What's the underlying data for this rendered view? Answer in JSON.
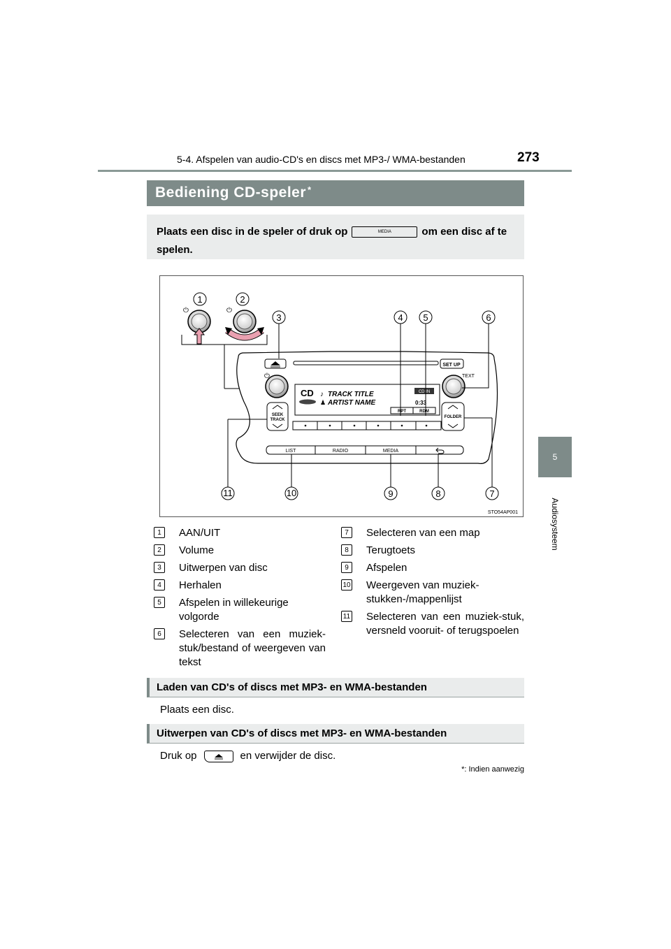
{
  "header": {
    "section_title": "5-4. Afspelen van audio-CD's en discs met MP3-/ WMA-bestanden",
    "page_number": "273"
  },
  "side_tab": {
    "chapter": "5",
    "label": "Audiosysteem"
  },
  "title": {
    "text": "Bediening CD-speler",
    "star": "*"
  },
  "intro": {
    "before": "Plaats een disc in de speler of druk op",
    "button_label": "MEDIA",
    "after": "om een disc af te spelen."
  },
  "figure": {
    "code": "STO54AP001",
    "display": {
      "cd": "CD",
      "track_title": "TRACK TITLE",
      "artist_name": "ARTIST NAME",
      "cd_in": "CD IN",
      "time": "0:33",
      "rpt": "RPT",
      "rdm": "RDM"
    },
    "buttons": {
      "setup": "SET UP",
      "text": "TEXT",
      "seek": "SEEK",
      "track": "TRACK",
      "folder": "FOLDER",
      "list": "LIST",
      "radio": "RADIO",
      "media": "MEDIA"
    },
    "callouts": [
      "1",
      "2",
      "3",
      "4",
      "5",
      "6",
      "7",
      "8",
      "9",
      "10",
      "11"
    ]
  },
  "legend": [
    {
      "num": "1",
      "text": "AAN/UIT"
    },
    {
      "num": "2",
      "text": "Volume"
    },
    {
      "num": "3",
      "text": "Uitwerpen van disc"
    },
    {
      "num": "4",
      "text": "Herhalen"
    },
    {
      "num": "5",
      "text": "Afspelen in willekeurige volgorde"
    },
    {
      "num": "6",
      "text": "Selecteren van een muziek-stuk/bestand of weergeven van tekst"
    },
    {
      "num": "7",
      "text": "Selecteren van een map"
    },
    {
      "num": "8",
      "text": "Terugtoets"
    },
    {
      "num": "9",
      "text": "Afspelen"
    },
    {
      "num": "10",
      "text": "Weergeven van muziek-stukken-/mappenlijst"
    },
    {
      "num": "11",
      "text": "Selecteren van een muziek-stuk, versneld vooruit- of terugspoelen"
    }
  ],
  "sections": {
    "load_title": "Laden van CD's of discs met MP3- en WMA-bestanden",
    "load_text": "Plaats een disc.",
    "eject_title": "Uitwerpen van CD's of discs met MP3- en WMA-bestanden",
    "eject_before": "Druk op",
    "eject_after": "en verwijder de disc."
  },
  "footnote": {
    "star": "*",
    "text": ": Indien aanwezig"
  }
}
